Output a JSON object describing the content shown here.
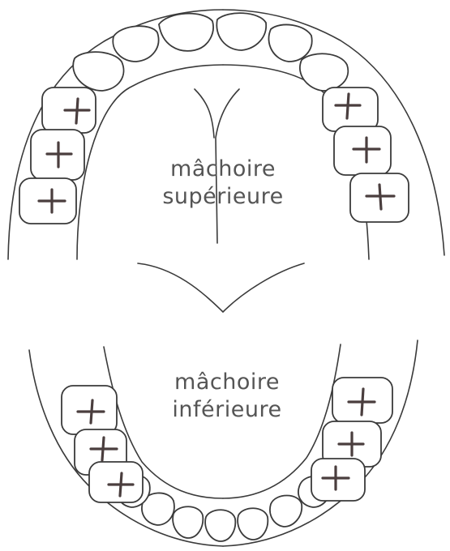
{
  "upper_jaw": {
    "line1": "mâchoire",
    "line2": "supérieure"
  },
  "lower_jaw": {
    "line1": "mâchoire",
    "line2": "inférieure"
  },
  "colors": {
    "outline": "#3a3a3a",
    "text": "#555555",
    "molar_cross": "#4a3e3e"
  }
}
